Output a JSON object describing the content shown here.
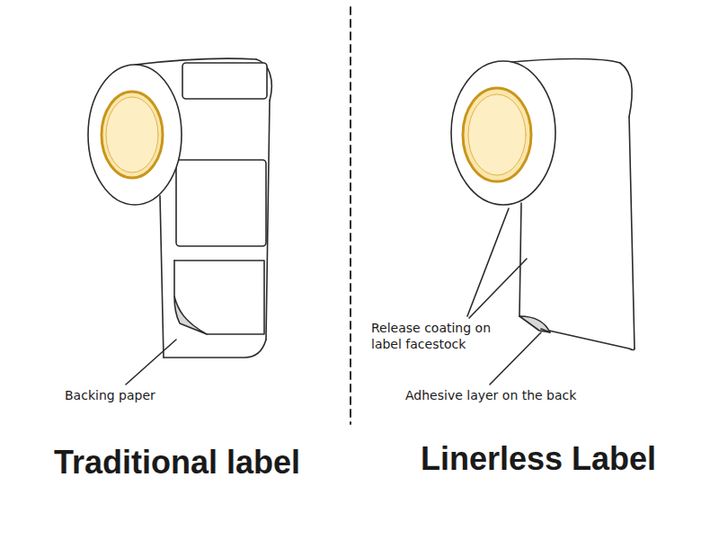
{
  "diagram": {
    "labels": [
      "Backing paper",
      "Release coating on label facestock",
      "Adhesive layer on the back",
      "Traditional label",
      "Linerless Label"
    ]
  }
}
